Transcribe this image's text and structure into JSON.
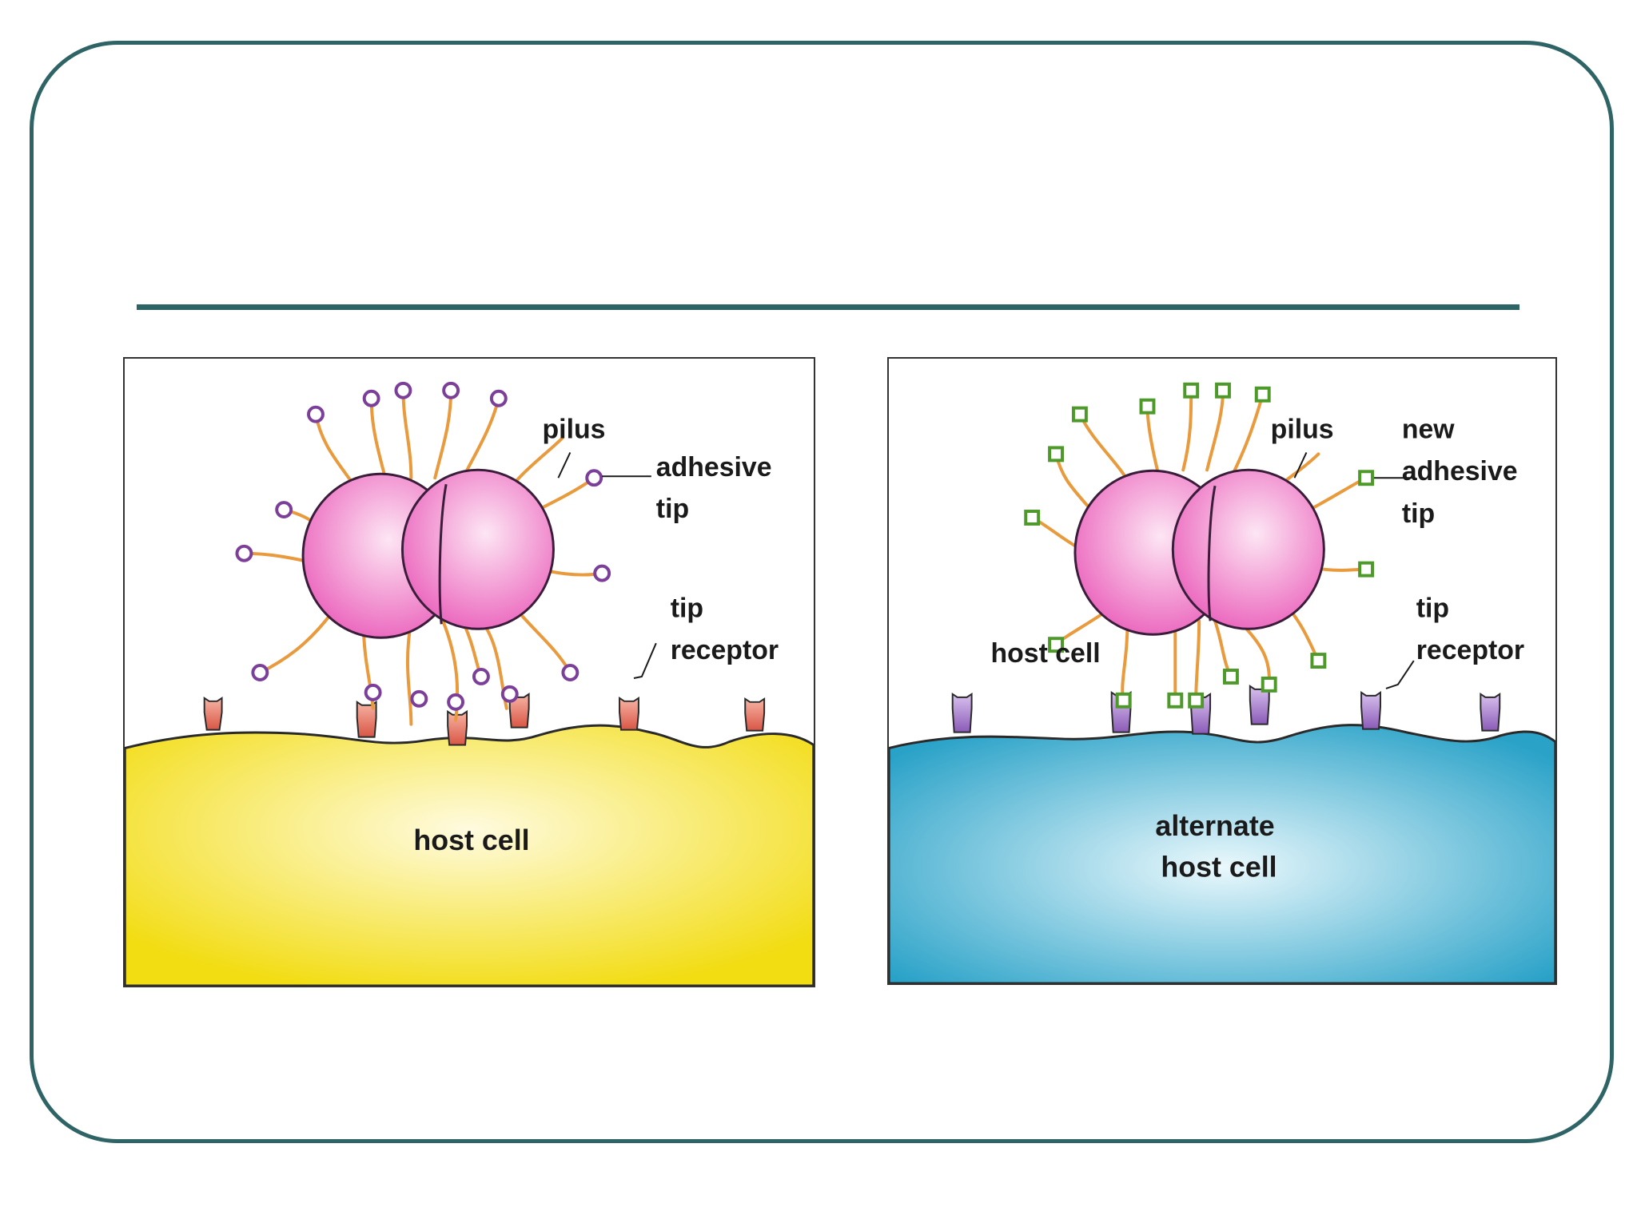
{
  "slide": {
    "title": "",
    "frame_color": "#2f6466"
  },
  "panels": [
    {
      "id": "left",
      "labels": {
        "pilus": "pilus",
        "adhesive_tip": [
          "adhesive",
          "tip"
        ],
        "tip_receptor": [
          "tip",
          "receptor"
        ],
        "surface": [
          "host cell"
        ]
      },
      "colors": {
        "surface_edge": "#f2dc12",
        "surface_center": "#fffbe0",
        "bacterium": "#f07ac8",
        "pilus": "#e89a3c",
        "tip": "#7b3f9a",
        "receptor": "#e2685a"
      },
      "tip_shape": "circle"
    },
    {
      "id": "right",
      "labels": {
        "pilus": "pilus",
        "adhesive_tip": [
          "new",
          "adhesive",
          "tip"
        ],
        "tip_receptor": [
          "tip",
          "receptor"
        ],
        "host_cell": "host cell",
        "surface": [
          "alternate",
          "host cell"
        ]
      },
      "colors": {
        "surface_edge": "#2aa2c8",
        "surface_center": "#eaf8fc",
        "bacterium": "#f07ac8",
        "pilus": "#e89a3c",
        "tip": "#4d9a2a",
        "receptor": "#9b6fc2"
      },
      "tip_shape": "square"
    }
  ]
}
